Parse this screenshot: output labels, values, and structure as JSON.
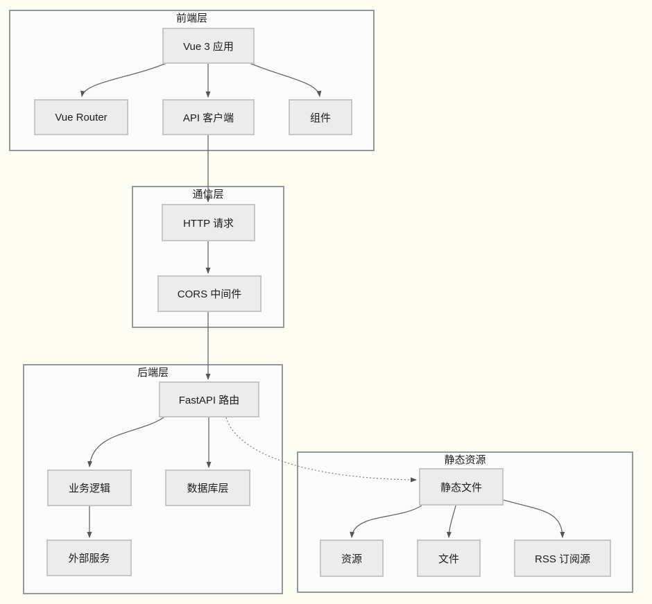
{
  "diagram": {
    "containers": [
      {
        "id": "frontend",
        "title": "前端层"
      },
      {
        "id": "communication",
        "title": "通信层"
      },
      {
        "id": "backend",
        "title": "后端层"
      },
      {
        "id": "static-resources",
        "title": "静态资源"
      }
    ],
    "nodes": [
      {
        "id": "vue3-app",
        "label": "Vue 3 应用",
        "container": "frontend"
      },
      {
        "id": "vue-router",
        "label": "Vue Router",
        "container": "frontend"
      },
      {
        "id": "api-client",
        "label": "API 客户端",
        "container": "frontend"
      },
      {
        "id": "components",
        "label": "组件",
        "container": "frontend"
      },
      {
        "id": "http-request",
        "label": "HTTP 请求",
        "container": "communication"
      },
      {
        "id": "cors-middleware",
        "label": "CORS 中间件",
        "container": "communication"
      },
      {
        "id": "fastapi-router",
        "label": "FastAPI 路由",
        "container": "backend"
      },
      {
        "id": "business-logic",
        "label": "业务逻辑",
        "container": "backend"
      },
      {
        "id": "database-layer",
        "label": "数据库层",
        "container": "backend"
      },
      {
        "id": "external-services",
        "label": "外部服务",
        "container": "backend"
      },
      {
        "id": "static-files",
        "label": "静态文件",
        "container": "static-resources"
      },
      {
        "id": "resources",
        "label": "资源",
        "container": "static-resources"
      },
      {
        "id": "files",
        "label": "文件",
        "container": "static-resources"
      },
      {
        "id": "rss-feed",
        "label": "RSS 订阅源",
        "container": "static-resources"
      }
    ],
    "edges": [
      {
        "from": "vue3-app",
        "to": "vue-router",
        "style": "solid"
      },
      {
        "from": "vue3-app",
        "to": "api-client",
        "style": "solid"
      },
      {
        "from": "vue3-app",
        "to": "components",
        "style": "solid"
      },
      {
        "from": "api-client",
        "to": "http-request",
        "style": "solid"
      },
      {
        "from": "http-request",
        "to": "cors-middleware",
        "style": "solid"
      },
      {
        "from": "cors-middleware",
        "to": "fastapi-router",
        "style": "solid"
      },
      {
        "from": "fastapi-router",
        "to": "business-logic",
        "style": "solid"
      },
      {
        "from": "fastapi-router",
        "to": "database-layer",
        "style": "solid"
      },
      {
        "from": "business-logic",
        "to": "external-services",
        "style": "solid"
      },
      {
        "from": "fastapi-router",
        "to": "static-files",
        "style": "dashed"
      },
      {
        "from": "static-files",
        "to": "resources",
        "style": "solid"
      },
      {
        "from": "static-files",
        "to": "files",
        "style": "solid"
      },
      {
        "from": "static-files",
        "to": "rss-feed",
        "style": "solid"
      }
    ],
    "colors": {
      "page_background": "#fdfdf4",
      "container_fill": "#fbfbfb",
      "container_border": "#979797",
      "node_fill": "#ececec",
      "node_border": "#c6c6c6",
      "edge_stroke": "#666666",
      "text": "#1c1c1c"
    }
  }
}
